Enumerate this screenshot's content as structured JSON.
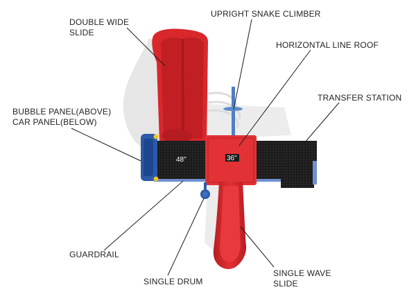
{
  "callouts": {
    "double_wide_slide": [
      "DOUBLE WIDE",
      "SLIDE"
    ],
    "upright_snake_climber": "UPRIGHT SNAKE CLIMBER",
    "horizontal_line_roof": "HORIZONTAL LINE ROOF",
    "transfer_station": "TRANSFER STATION",
    "bubble_car_panel": [
      "BUBBLE PANEL(ABOVE)",
      "CAR PANEL(BELOW)"
    ],
    "guardrail": "GUARDRAIL",
    "single_drum": "SINGLE DRUM",
    "single_wave_slide": [
      "SINGLE WAVE",
      "SLIDE"
    ]
  },
  "deck_labels": {
    "left_deck": "48\"",
    "center_deck": "36\""
  },
  "colors": {
    "slide_red": "#d8282b",
    "roof_red": "#e23236",
    "deck_black": "#1c1c1c",
    "panel_blue": "#2b5aa8",
    "accent_yellow": "#f2c51c",
    "shadow_gray": "#e4e4e4",
    "leader_line": "#1a1a1a"
  }
}
